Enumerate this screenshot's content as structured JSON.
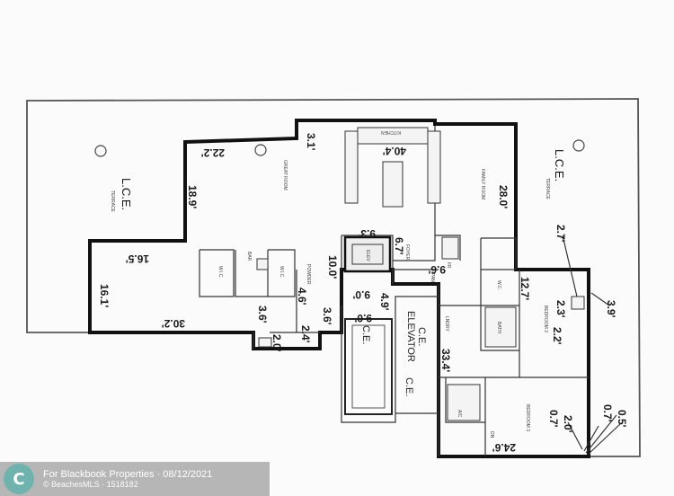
{
  "plan": {
    "terrace_left": {
      "label": "TERRACE",
      "area": "L.C.E."
    },
    "terrace_right": {
      "label": "TERRACE",
      "area": "L.C.E."
    },
    "rooms": {
      "great_room": "GREAT ROOM",
      "kitchen": "KITCHEN",
      "family_room": "FAMILY ROOM",
      "elev": "ELEV",
      "powder": "POWDER",
      "bar": "BAR",
      "wic": "W.I.C.",
      "wic2": "W.I.C.",
      "bedroom2": "BEDROOM 2",
      "bedroom3": "BEDROOM 3",
      "laundry": "LNDRY",
      "foyer": "FOYER",
      "pantry": "PAN",
      "wc": "W.C.",
      "bath": "BATH",
      "ac": "A/C",
      "dn": "DN",
      "fr": "FR"
    },
    "elevator_ce": {
      "title": "ELEVATOR",
      "sub": "C.E."
    },
    "ce_labels": {
      "a": "C.E.",
      "b": "C.E."
    },
    "dimensions": {
      "d22_2": "22.2'",
      "d3_1": "3.1'",
      "d40_4": "40.4'",
      "d18_9": "18.9'",
      "d16_5": "16.5'",
      "d16_1": "16.1'",
      "d30_2": "30.2'",
      "d9_3": "9.3'",
      "d10_0": "10.0'",
      "d6_7": "6.7'",
      "d9_6": "9.6'",
      "d28_0": "28.0'",
      "d2_7": "2.7'",
      "d12_7": "12.7'",
      "d3_9": "3.9'",
      "d2_3": "2.3'",
      "d2_2": "2.2'",
      "d4_6": "4.6'",
      "d3_6a": "3.6'",
      "d3_6b": "3.6'",
      "d2_4": "2.4'",
      "d2_0a": "2.0'",
      "d9_0a": "9.0'",
      "d9_0b": "9.0'",
      "d4_9": "4.9'",
      "d33_4": "33.4'",
      "d24_6": "24.6'",
      "d0_7a": "0.7'",
      "d2_0b": "2.0'",
      "d0_7b": "0.7'",
      "d0_5": "0.5'"
    }
  },
  "watermark": {
    "logo": "C",
    "line1": "For Blackbook Properties · 08/12/2021",
    "line2": "© BeachesMLS · 1518182"
  }
}
